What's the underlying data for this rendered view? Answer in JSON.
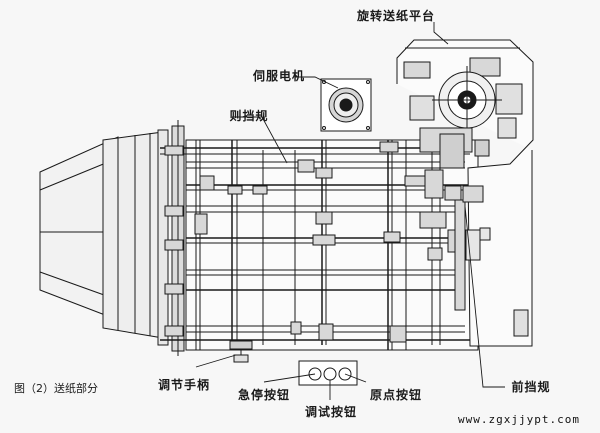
{
  "labels": {
    "rotary_platform": "旋转送纸平台",
    "servo_motor": "伺服电机",
    "side_guide": "则挡规",
    "adjust_handle": "调节手柄",
    "emergency_stop": "急停按钮",
    "test_button": "调试按钮",
    "origin_button": "原点按钮",
    "front_guide": "前挡规"
  },
  "caption": "图（2）送纸部分",
  "watermark": "www.zgxjjypt.com",
  "colors": {
    "ink": "#1a1a1a",
    "paper": "#f7f7f7"
  }
}
